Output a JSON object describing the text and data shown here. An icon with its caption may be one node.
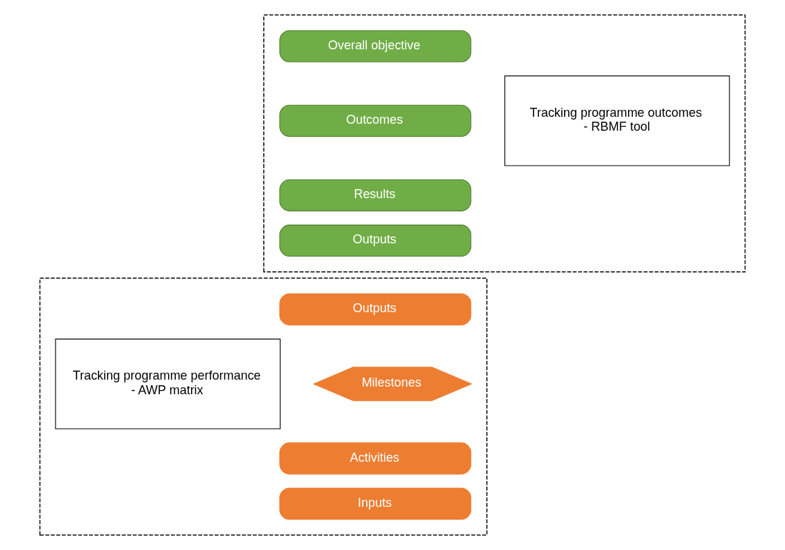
{
  "diagram": {
    "nodes": [
      {
        "text": [],
        "shape": "box"
      },
      {
        "text": [
          "Overall objective"
        ],
        "in": 0
      },
      {
        "text": [
          "Outcomes"
        ],
        "in": 0
      },
      {
        "text": [
          "Results"
        ],
        "in": 0
      },
      {
        "text": [
          "Outputs"
        ],
        "in": 0
      },
      {
        "text": [
          "Tracking programme outcomes",
          "- RBMF tool"
        ],
        "in": 0
      },
      {
        "text": [],
        "shape": "box"
      },
      {
        "text": [
          "Tracking programme performance",
          "- AWP matrix"
        ],
        "in": 6
      },
      {
        "text": [
          "Outputs"
        ],
        "in": 6
      },
      {
        "text": [
          "Milestones"
        ],
        "in": 6
      },
      {
        "text": [
          "Activities"
        ],
        "in": 6
      },
      {
        "text": [
          "Inputs"
        ],
        "in": 6
      }
    ],
    "edges": []
  }
}
